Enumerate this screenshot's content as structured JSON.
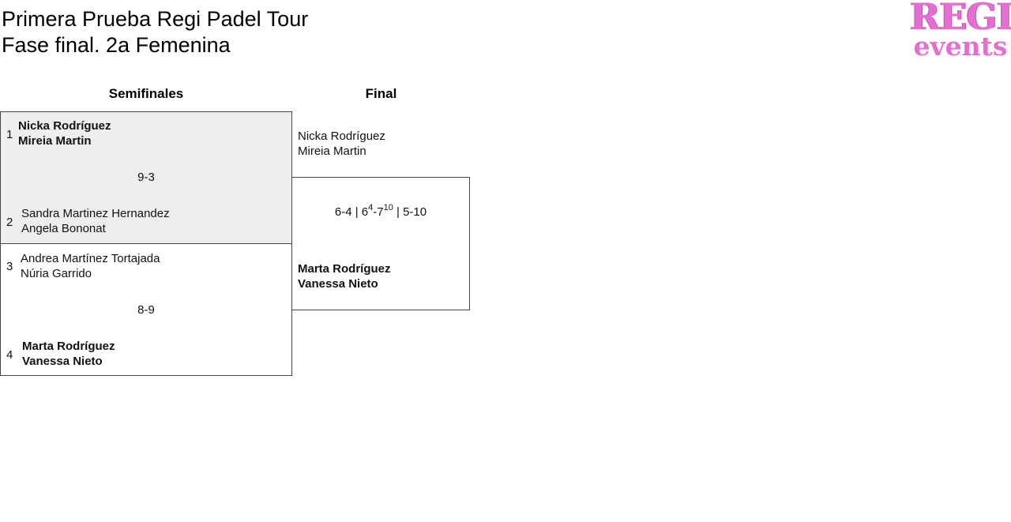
{
  "header": {
    "title_line1": "Primera Prueba Regi Padel Tour",
    "title_line2": "Fase final. 2a Femenina",
    "logo_top": "REGI",
    "logo_bottom": "events",
    "logo_color": "#e46fd0"
  },
  "rounds": {
    "semifinal_label": "Semifinales",
    "final_label": "Final"
  },
  "semifinals": [
    {
      "score": "9-3",
      "team_a": {
        "seed": "1",
        "player1": "Nicka Rodríguez",
        "player2": "Mireia Martin",
        "winner": true
      },
      "team_b": {
        "seed": "2",
        "player1": "Sandra Martinez Hernandez",
        "player2": "Angela Bononat",
        "winner": false
      },
      "background": "#eeeeee"
    },
    {
      "score": "8-9",
      "team_a": {
        "seed": "3",
        "player1": "Andrea Martínez Tortajada",
        "player2": "Núria Garrido",
        "winner": false
      },
      "team_b": {
        "seed": "4",
        "player1": "Marta Rodríguez",
        "player2": "Vanessa Nieto",
        "winner": true
      },
      "background": "#ffffff"
    }
  ],
  "final": {
    "team_a": {
      "player1": "Nicka Rodríguez",
      "player2": "Mireia Martin",
      "winner": false
    },
    "team_b": {
      "player1": "Marta Rodríguez",
      "player2": "Vanessa Nieto",
      "winner": true
    },
    "score": {
      "set1": "6-4",
      "sep1": " | ",
      "set2_a": "6",
      "set2_a_tb": "4",
      "set2_dash": "-",
      "set2_b": "7",
      "set2_b_tb": "10",
      "sep2": " | ",
      "set3": "5-10"
    }
  }
}
